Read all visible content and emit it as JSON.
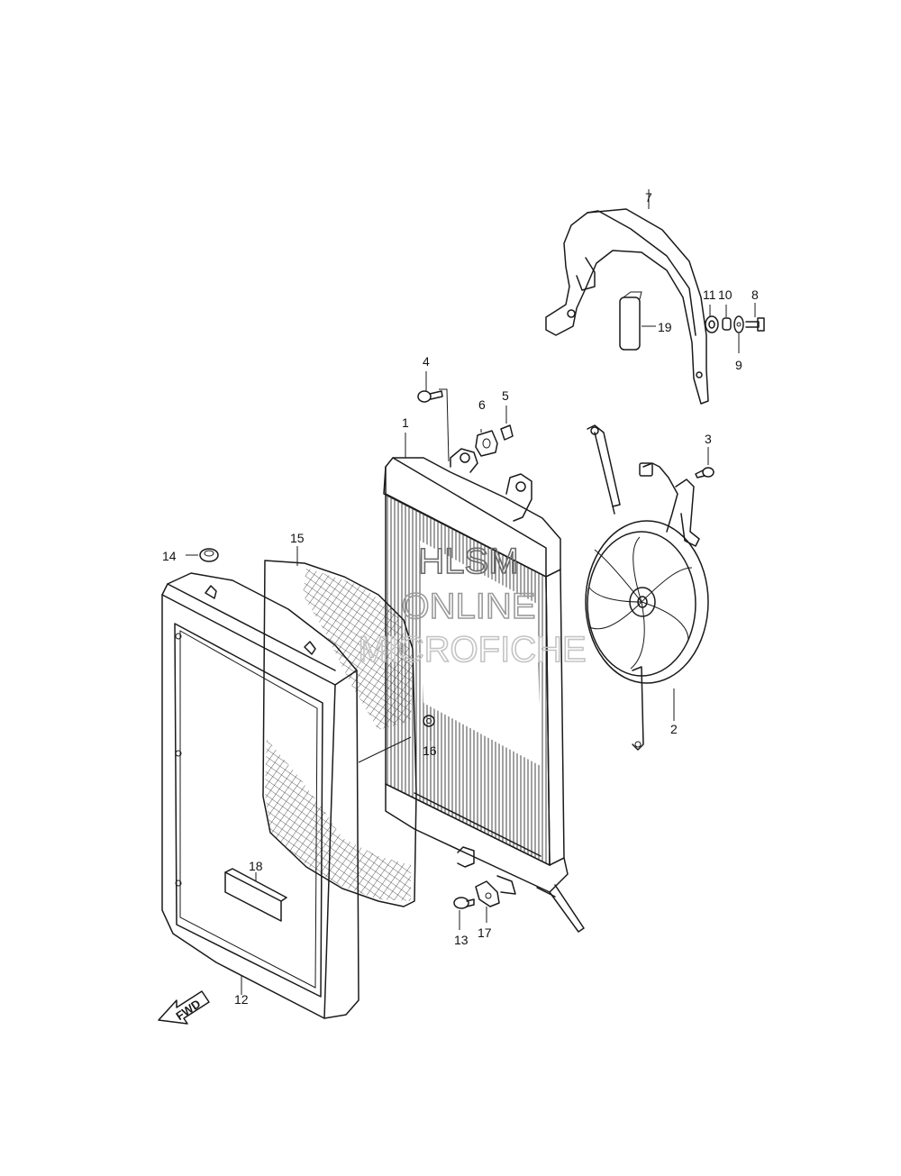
{
  "labels": {
    "p1": "1",
    "p2": "2",
    "p3": "3",
    "p4": "4",
    "p5": "5",
    "p6": "6",
    "p7": "7",
    "p8": "8",
    "p9": "9",
    "p10": "10",
    "p11": "11",
    "p12": "12",
    "p13": "13",
    "p14": "14",
    "p15": "15",
    "p16": "16",
    "p17": "17",
    "p18": "18",
    "p19": "19"
  },
  "watermark": {
    "line1": "HLSM",
    "line2": "ONLINE",
    "line3": "MICROFICHE"
  },
  "fwd_label": "FWD",
  "colors": {
    "line": "#1a1a1a",
    "watermark_dark": "#6a6a6a",
    "watermark_mid": "#9a9a9a",
    "watermark_light": "#c4c4c4"
  }
}
